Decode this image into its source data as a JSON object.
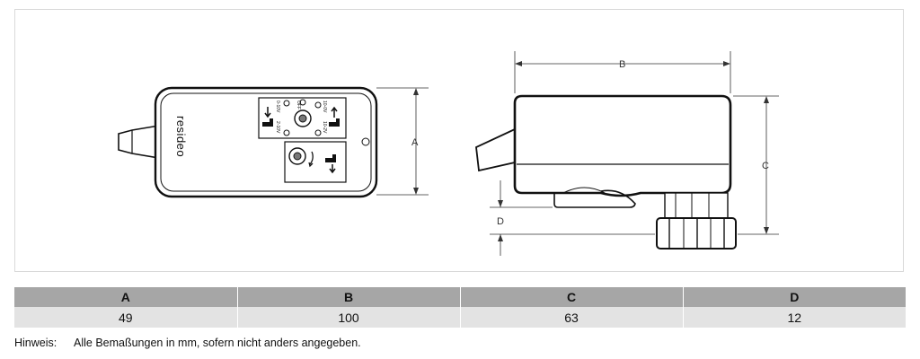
{
  "drawing": {
    "brand_text": "resideo",
    "dim_labels": {
      "a": "A",
      "b": "B",
      "c": "C",
      "d": "D"
    },
    "switch_labels": {
      "top_left": "0-10V",
      "top_mid": "OFF",
      "top_right": "10-0V",
      "bottom_left": "2-10V",
      "bottom_right": "10-2V"
    }
  },
  "table": {
    "headers": [
      "A",
      "B",
      "C",
      "D"
    ],
    "values": [
      "49",
      "100",
      "63",
      "12"
    ]
  },
  "note": {
    "label": "Hinweis:",
    "text": "Alle Bemaßungen in mm, sofern nicht anders angegeben."
  }
}
